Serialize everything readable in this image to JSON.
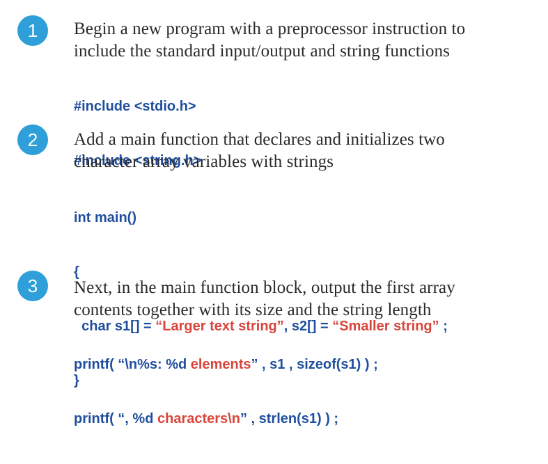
{
  "steps": [
    {
      "number": "1",
      "text_line1": "Begin a new program with a preprocessor instruction to",
      "text_line2": "include the standard input/output and string functions",
      "code_line1": "#include <stdio.h>",
      "code_line2": "#include <string.h>"
    },
    {
      "number": "2",
      "text_line1": "Add a main function that declares and initializes two",
      "text_line2": "character array variables with strings",
      "code_line1": "int main()",
      "code_line2": "{",
      "code_line3_a": "  char s1[] = ",
      "code_line3_str1": "“Larger text string”",
      "code_line3_b": ", s2[] = ",
      "code_line3_str2": "“Smaller string”",
      "code_line3_c": " ;",
      "code_line4": "}"
    },
    {
      "number": "3",
      "text_line1": "Next, in the main function block, output the first array",
      "text_line2": "contents together with its size and the string length",
      "code_line1_a": "printf( “\\n%s: %d ",
      "code_line1_str": "elements",
      "code_line1_b": "” , s1 , sizeof(s1) ) ;",
      "code_line2_a": "printf( “, %d ",
      "code_line2_str": "characters\\n",
      "code_line2_b": "” , strlen(s1) ) ;"
    }
  ],
  "colors": {
    "badge": "#2e9fd8",
    "code": "#1f4e9e",
    "string_literal": "#d8453c",
    "text": "#2a2a2a"
  }
}
